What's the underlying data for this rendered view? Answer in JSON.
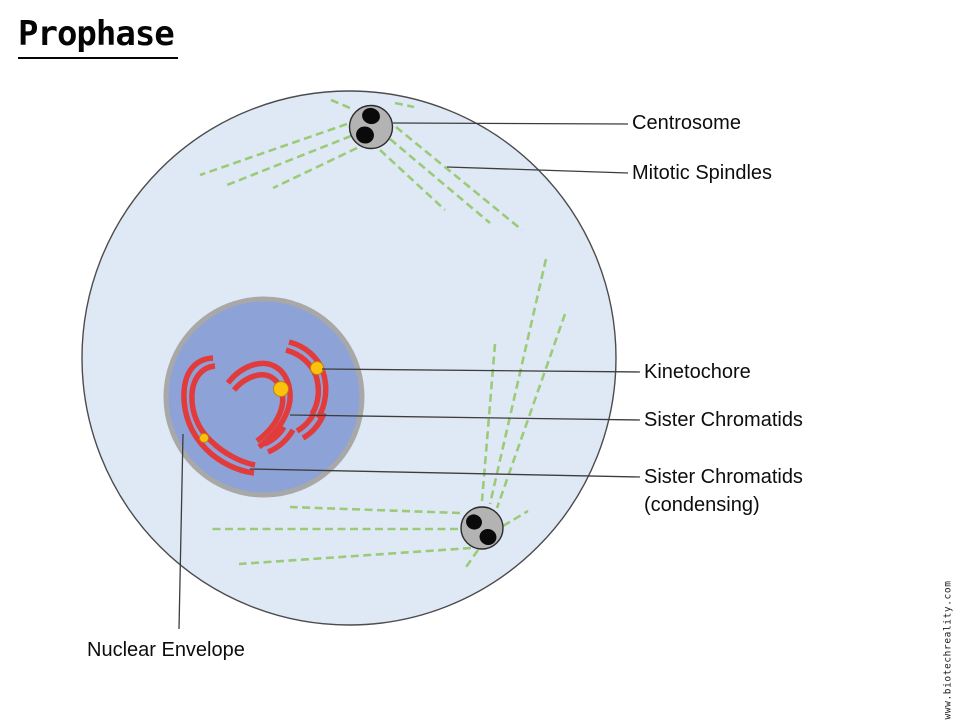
{
  "title": "Prophase",
  "watermark": "www.biotechreality.com",
  "annotations": {
    "centrosome": "Centrosome",
    "mitotic_spindles": "Mitotic Spindles",
    "kinetochore": "Kinetochore",
    "sister_chromatids": "Sister Chromatids",
    "sister_chromatids_condensing": "Sister Chromatids",
    "sister_chromatids_condensing_2": "(condensing)",
    "nuclear_envelope": "Nuclear Envelope"
  },
  "colors": {
    "cell_fill": "#dfe9f5",
    "cell_border": "#4c4c4c",
    "nucleus_fill": "#8da3d8",
    "nuclear_envelope_gray": "#a8a8a8",
    "centrosome_fill": "#b3b3b3",
    "centrosome_border": "#2b2b2b",
    "centriole_dot": "#0a0a0a",
    "spindle_green": "#9bcb79",
    "chromatid_red": "#e23b3c",
    "kinetochore_yellow": "#fcc10d",
    "pointer_line": "#3d3d3d",
    "text": "#0d0d0d"
  }
}
